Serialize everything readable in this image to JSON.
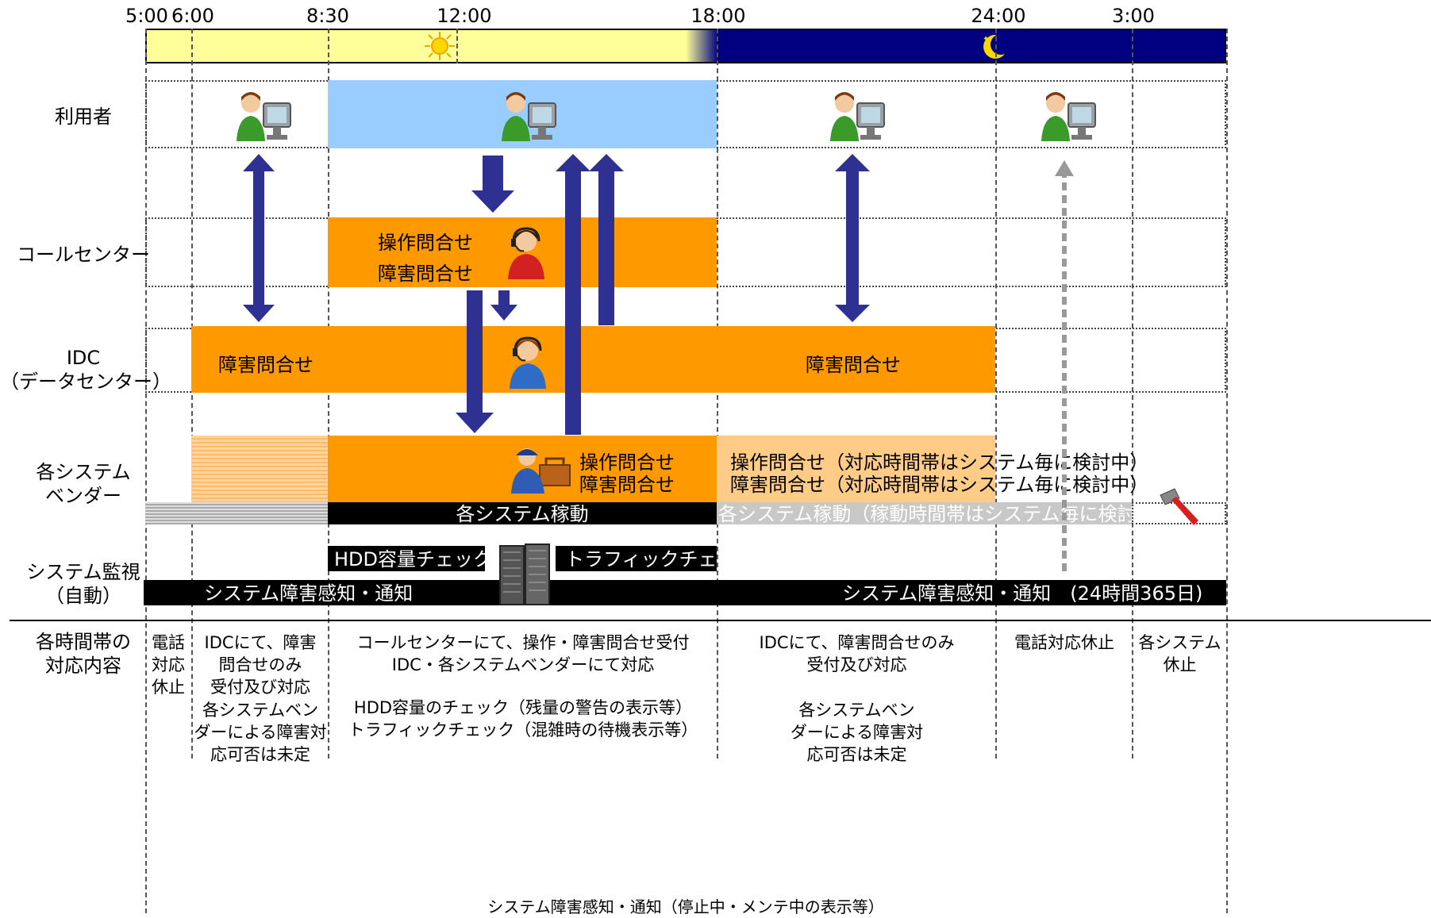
{
  "timeline": {
    "ticks": [
      "5:00",
      "6:00",
      "8:30",
      "12:00",
      "18:00",
      "24:00",
      "3:00"
    ]
  },
  "rows": {
    "user": "利用者",
    "callcenter": "コールセンター",
    "idc_line1": "IDC",
    "idc_line2": "（データセンター）",
    "vendor_line1": "各システム",
    "vendor_line2": "ベンダー",
    "monitor_line1": "システム監視",
    "monitor_line2": "（自動）",
    "response_line1": "各時間帯の",
    "response_line2": "対応内容"
  },
  "callcenter_box": {
    "line1": "操作問合せ",
    "line2": "障害問合せ"
  },
  "idc_box": {
    "morning": "障害問合せ",
    "evening": "障害問合せ"
  },
  "vendor_box": {
    "day_line1": "操作問合せ",
    "day_line2": "障害問合せ",
    "eve_line1": "操作問合せ（対応時間帯はシステム毎に検討中）",
    "eve_line2": "障害問合せ（対応時間帯はシステム毎に検討中）"
  },
  "system_bars": {
    "day": "各システム稼動",
    "evening": "各システム稼動（稼動時間帯はシステム毎に検討中）"
  },
  "monitor": {
    "hdd": "HDD容量チェック",
    "traffic": "トラフィックチェック",
    "detect_left": "システム障害感知・通知",
    "detect_right": "システム障害感知・通知　(24時間365日)"
  },
  "descriptions": {
    "c1": [
      "電話",
      "対応",
      "休止"
    ],
    "c2a": [
      "IDCにて、障害",
      "問合せのみ",
      "受付及び対応"
    ],
    "c2b": [
      "各システムベン",
      "ダーによる障害対",
      "応可否は未定"
    ],
    "c3a": [
      "コールセンターにて、操作・障害問合せ受付",
      "IDC・各システムベンダーにて対応"
    ],
    "c3b": [
      "HDD容量のチェック（残量の警告の表示等）",
      "トラフィックチェック（混雑時の待機表示等）"
    ],
    "c4a": [
      "IDCにて、障害問合せのみ",
      "受付及び対応"
    ],
    "c4b": [
      "各システムベン",
      "ダーによる障害対",
      "応可否は未定"
    ],
    "c5": [
      "電話対応休止"
    ],
    "c6": [
      "各システム",
      "休止"
    ],
    "bottom": "システム障害感知・通知（停止中・メンテ中の表示等）"
  },
  "colors": {
    "day": "#FFFF99",
    "night": "#000080",
    "orange": "#FF9900",
    "light_orange": "#FFCC88",
    "user_blue": "#99CCFF",
    "arrow": "#2E3192"
  },
  "icons": [
    "sun-icon",
    "moon-icon",
    "user-computer-icon",
    "operator-icon",
    "repairman-icon",
    "server-icon",
    "hammer-icon"
  ]
}
